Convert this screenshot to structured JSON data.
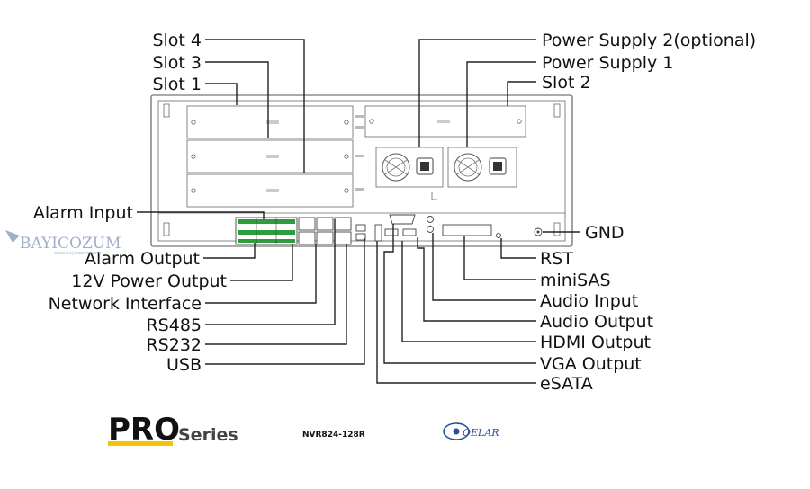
{
  "labels_left_top": [
    "Slot 4",
    "Slot 3",
    "Slot 1"
  ],
  "labels_right_top": [
    "Power Supply 2(optional)",
    "Power Supply 1",
    "Slot 2"
  ],
  "labels_left": [
    "Alarm Input",
    "Alarm Output",
    "12V Power Output",
    "Network Interface",
    "RS485",
    "RS232",
    "USB"
  ],
  "labels_right": [
    "GND",
    "RST",
    "miniSAS",
    "Audio Input",
    "Audio Output",
    "HDMI Output",
    "VGA Output",
    "eSATA"
  ],
  "brand": {
    "pro": "PRO",
    "series": "Series",
    "model": "NVR824-128R"
  },
  "watermark": {
    "name": "BAYICOZUM",
    "sub": "www.bayicozum.com"
  },
  "logo_text": "OELAR",
  "accent_color": "#f5c400"
}
